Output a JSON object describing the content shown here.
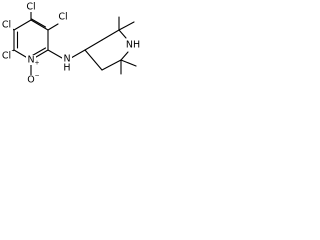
{
  "molecule": {
    "atoms": {
      "cl_top_left": "Cl",
      "cl_top_right": "Cl",
      "cl_left": "Cl",
      "cl_bottom_left": "Cl",
      "ring_n": "N",
      "n_plus": "+",
      "oxide_o": "O",
      "o_minus": "−",
      "amine_n": "N",
      "amine_h": "H",
      "ring_nh": "NH"
    },
    "colors": {
      "bond": "#000000",
      "text": "#000000",
      "background": "#ffffff"
    }
  }
}
